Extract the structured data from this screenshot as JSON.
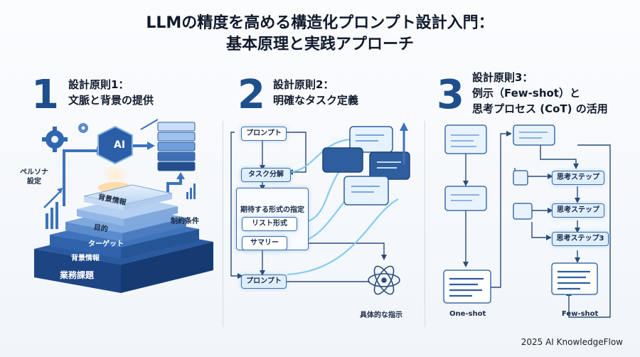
{
  "title_line1": "LLMの精度を高める構造化プロンプト設計入門：",
  "title_line2": "基本原理と実践アプローチ",
  "sections": [
    {
      "number": "1",
      "heading_line1": "設計原則1：",
      "heading_line2": "文脈と背景の提供"
    },
    {
      "number": "2",
      "heading_line1": "設計原則2：",
      "heading_line2": "明確なタスク定義"
    },
    {
      "number": "3",
      "heading_line1": "設計原則3：",
      "heading_line2": "例示（Few-shot）と",
      "heading_line3": "思考プロセス (CoT) の活用"
    }
  ],
  "panel1": {
    "ai_badge": "AI",
    "persona_line1": "ペルソナ",
    "persona_line2": "設定",
    "constraints": "制約条件",
    "layers": [
      "背景情報",
      "目的",
      "ターゲット",
      "背景情報",
      "業務課題"
    ]
  },
  "panel2": {
    "prompt_top": "プロンプト",
    "task_decomp": "タスク分解",
    "format_spec": "期待する形式の指定",
    "list_format": "リスト形式",
    "summary": "サマリー",
    "prompt_bottom": "プロンプト",
    "specific_instruction": "具体的な指示"
  },
  "panel3": {
    "oneshot_label": "One-shot",
    "fewshot_label": "Few-shot",
    "step1": "思考ステップ",
    "step2": "思考ステップ",
    "step3": "思考ステップ3"
  },
  "footer": "2025 AI KnowledgeFlow"
}
